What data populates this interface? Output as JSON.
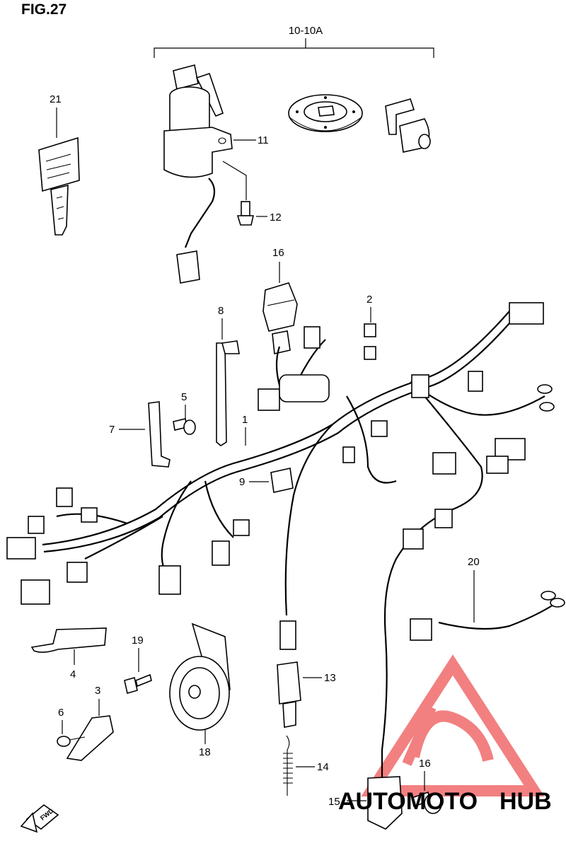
{
  "figure_title": "FIG.27",
  "group_label": "10-10A",
  "labels": {
    "p1": "1",
    "p2": "2",
    "p3": "3",
    "p4": "4",
    "p5": "5",
    "p6": "6",
    "p7": "7",
    "p8": "8",
    "p9": "9",
    "p11": "11",
    "p12": "12",
    "p13": "13",
    "p14": "14",
    "p15": "15",
    "p16a": "16",
    "p16b": "16",
    "p18": "18",
    "p19": "19",
    "p20": "20",
    "p21": "21"
  },
  "direction_mark": "FWD",
  "watermark": {
    "part1": "AUTOMOTO",
    "part2": "HUB",
    "color_primary": "#f06a6a",
    "color_secondary": "#f5c04a",
    "color_dark": "#4a4a4a"
  }
}
